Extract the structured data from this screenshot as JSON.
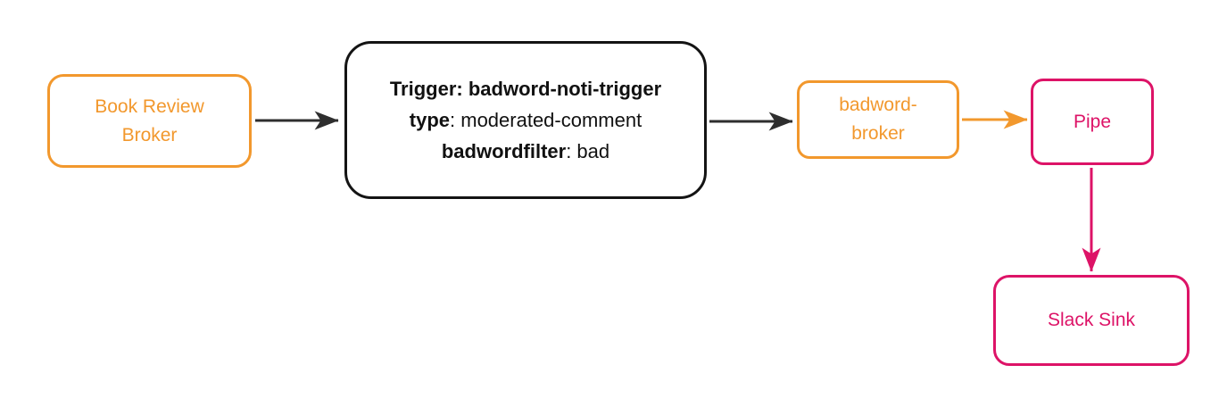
{
  "palette": {
    "orange": "#F2982D",
    "pink": "#DD1367",
    "node_black": "#141414",
    "arrow_black": "#2E2E2E",
    "background": "#FFFFFF"
  },
  "nodes": {
    "book_review_broker": {
      "label": "Book Review Broker"
    },
    "trigger": {
      "title_bold": "Trigger: badword-noti-trigger",
      "type_key": "type",
      "type_value": ": moderated-comment",
      "filter_key": "badwordfilter",
      "filter_value": ": bad"
    },
    "badword_broker": {
      "label": "badword-broker"
    },
    "pipe": {
      "label": "Pipe"
    },
    "slack_sink": {
      "label": "Slack Sink"
    }
  },
  "edges": [
    {
      "from": "book-review-broker",
      "to": "trigger",
      "color_key": "arrow_black"
    },
    {
      "from": "trigger",
      "to": "badword-broker",
      "color_key": "arrow_black"
    },
    {
      "from": "badword-broker",
      "to": "pipe",
      "color_key": "orange"
    },
    {
      "from": "pipe",
      "to": "slack-sink",
      "color_key": "pink"
    }
  ]
}
